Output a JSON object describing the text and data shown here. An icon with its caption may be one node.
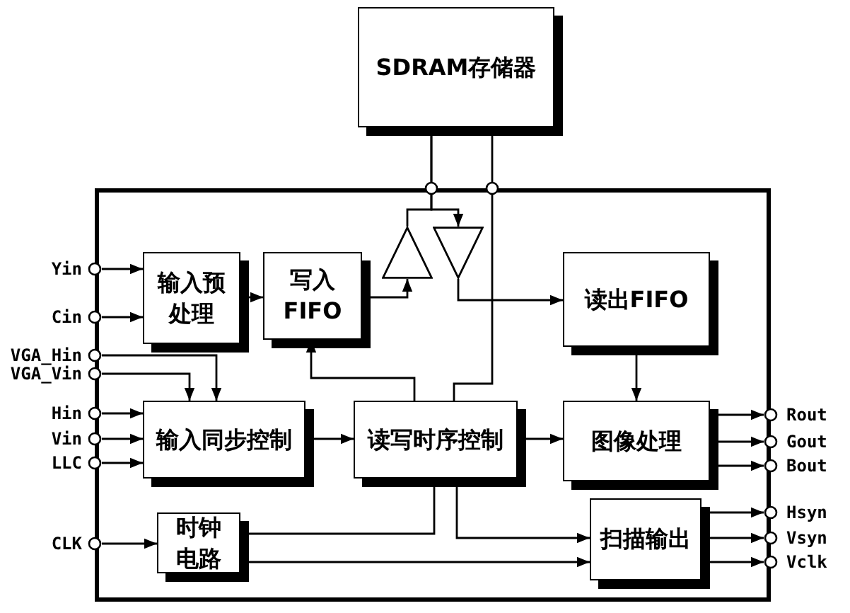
{
  "diagram": {
    "nodes": [
      {
        "text": [
          "SDRAM存储器"
        ]
      },
      {
        "text": [],
        "shape": "box"
      },
      {
        "text": [
          "Yin"
        ]
      },
      {
        "text": [
          "Cin"
        ]
      },
      {
        "text": [
          "VGA_Hin"
        ]
      },
      {
        "text": [
          "VGA_Vin"
        ]
      },
      {
        "text": [
          "Hin"
        ]
      },
      {
        "text": [
          "Vin"
        ]
      },
      {
        "text": [
          "LLC"
        ]
      },
      {
        "text": [
          "CLK"
        ]
      },
      {
        "text": [
          "输入预处理"
        ],
        "in": 1
      },
      {
        "text": [
          "写入FIFO"
        ],
        "in": 1
      },
      {
        "text": [],
        "shape": "triangle",
        "in": 1
      },
      {
        "text": [],
        "shape": "triangle",
        "in": 1
      },
      {
        "text": [
          "读出FIFO"
        ],
        "in": 1
      },
      {
        "text": [
          "输入同步控制"
        ],
        "in": 1
      },
      {
        "text": [
          "读写时序控制"
        ],
        "in": 1
      },
      {
        "text": [
          "图像处理"
        ],
        "in": 1
      },
      {
        "text": [
          "时钟电路"
        ],
        "in": 1
      },
      {
        "text": [
          "扫描输出"
        ],
        "in": 1
      },
      {
        "text": [
          "Rout"
        ]
      },
      {
        "text": [
          "Gout"
        ]
      },
      {
        "text": [
          "Bout"
        ]
      },
      {
        "text": [
          "Hsyn"
        ]
      },
      {
        "text": [
          "Vsyn"
        ]
      },
      {
        "text": [
          "Vclk"
        ]
      }
    ],
    "edges": [
      {
        "from": 2,
        "to": 10,
        "arrow": "to"
      },
      {
        "from": 3,
        "to": 10,
        "arrow": "to"
      },
      {
        "from": 4,
        "to": 15,
        "arrow": "to"
      },
      {
        "from": 5,
        "to": 15,
        "arrow": "to"
      },
      {
        "from": 6,
        "to": 15,
        "arrow": "to"
      },
      {
        "from": 7,
        "to": 15,
        "arrow": "to"
      },
      {
        "from": 8,
        "to": 15,
        "arrow": "to"
      },
      {
        "from": 9,
        "to": 18,
        "arrow": "to"
      },
      {
        "from": 10,
        "to": 11,
        "arrow": "to"
      },
      {
        "from": 11,
        "to": 12,
        "arrow": "to"
      },
      {
        "from": 0,
        "to": 13,
        "arrow": "to"
      },
      {
        "from": 0,
        "to": 12,
        "arrow": "none"
      },
      {
        "from": 13,
        "to": 14,
        "arrow": "to"
      },
      {
        "from": 0,
        "to": 16,
        "arrow": "none"
      },
      {
        "from": 16,
        "to": 11,
        "arrow": "to"
      },
      {
        "from": 15,
        "to": 16,
        "arrow": "to"
      },
      {
        "from": 16,
        "to": 17,
        "arrow": "to"
      },
      {
        "from": 14,
        "to": 17,
        "arrow": "to"
      },
      {
        "from": 17,
        "to": 20,
        "arrow": "to"
      },
      {
        "from": 17,
        "to": 21,
        "arrow": "to"
      },
      {
        "from": 17,
        "to": 22,
        "arrow": "to"
      },
      {
        "from": 18,
        "to": 16,
        "arrow": "none"
      },
      {
        "from": 16,
        "to": 19,
        "arrow": "to"
      },
      {
        "from": 18,
        "to": 19,
        "arrow": "to"
      },
      {
        "from": 19,
        "to": 23,
        "arrow": "to"
      },
      {
        "from": 19,
        "to": 24,
        "arrow": "to"
      },
      {
        "from": 19,
        "to": 25,
        "arrow": "to"
      }
    ]
  }
}
